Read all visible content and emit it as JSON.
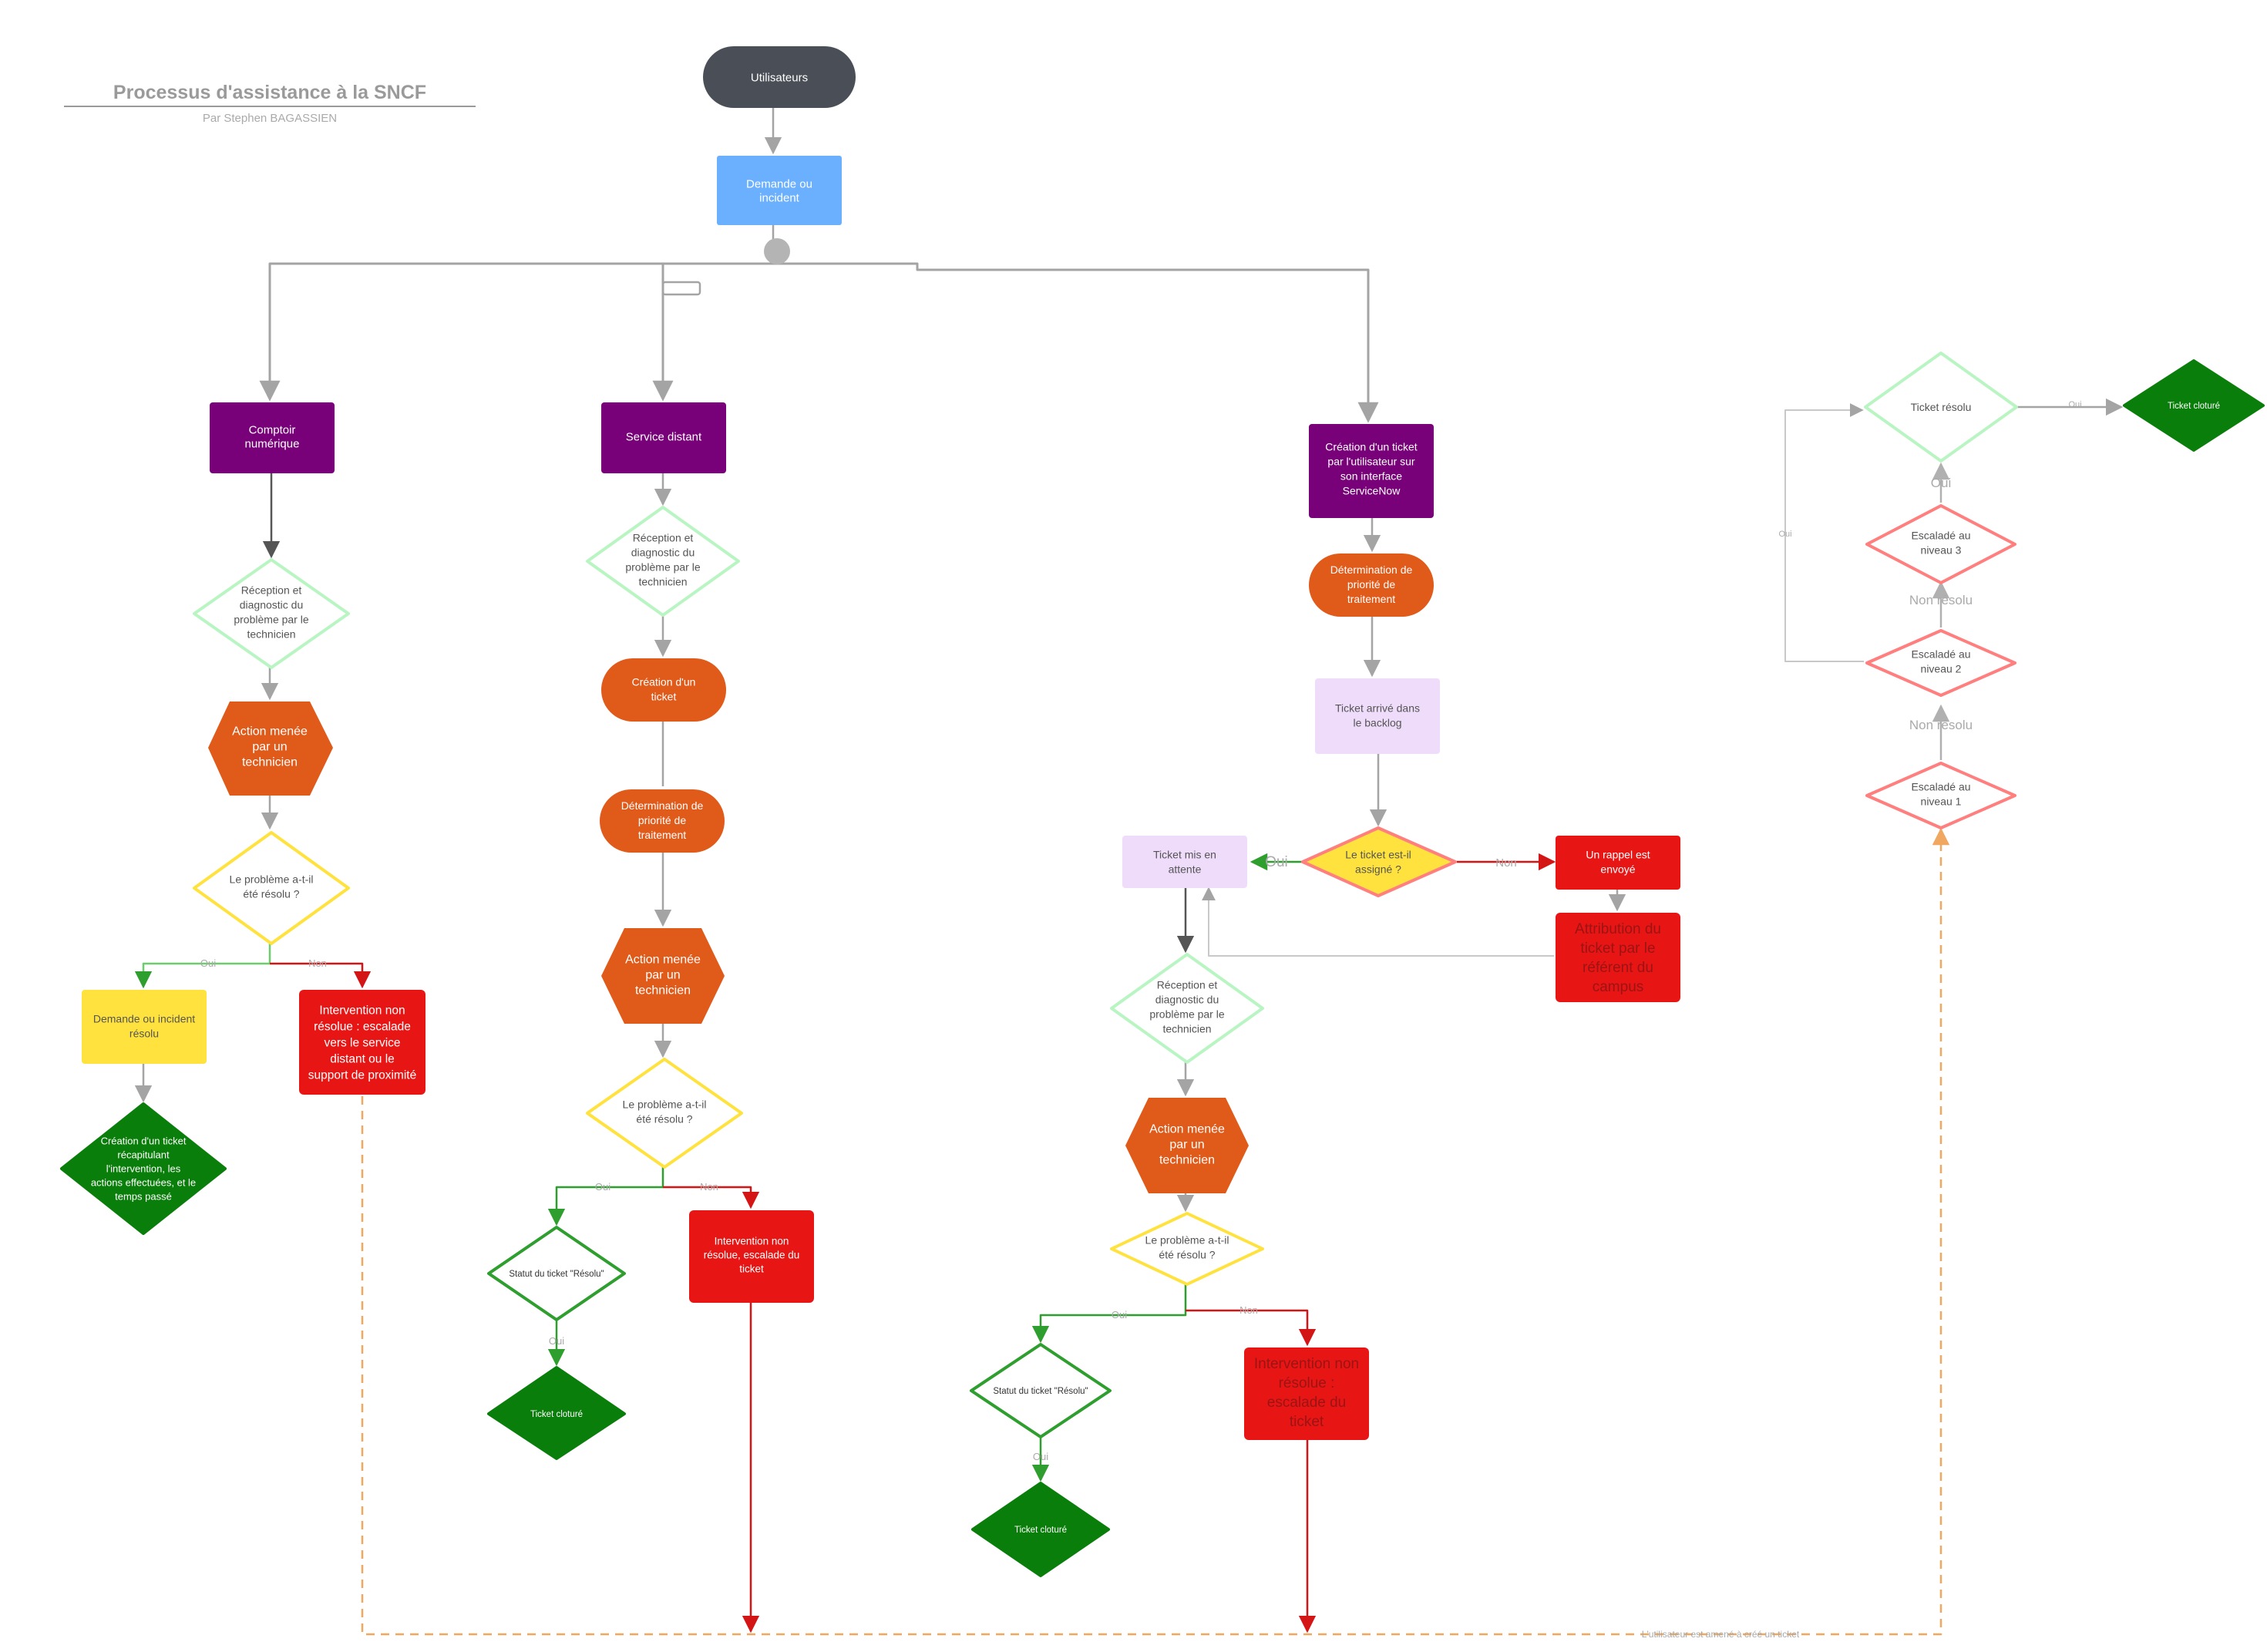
{
  "header": {
    "title": "Processus d'assistance à la SNCF",
    "author": "Par Stephen BAGASSIEN"
  },
  "colors": {
    "purple": "#780078",
    "orange": "#E05A1A",
    "red": "#E81515",
    "darkgreen": "#0A7E0A",
    "yellow": "#FFE23D",
    "blue": "#6BAFFF",
    "lavender": "#EFDCFB",
    "slate": "#4A4E56",
    "salmon": "#FF7F7F",
    "mint": "#B9F5C2"
  },
  "nodes": {
    "utilisateurs": "Utilisateurs",
    "demande": "Demande ou incident",
    "comptoir": "Comptoir numérique",
    "service_distant": "Service distant",
    "creation_servicenow": "Création d'un ticket par l'utilisateur sur son interface ServiceNow",
    "c1_reception": "Réception et diagnostic du problème par le technicien",
    "c1_action": "Action menée par un technicien",
    "c1_resolu_q": "Le problème a-t-il été résolu ?",
    "c1_resolu": "Demande ou incident résolu",
    "c1_non_resolu": "Intervention non résolue : escalade vers le service distant ou le support de proximité",
    "c1_ticket_recap": "Création d'un ticket récapitulant l'intervention, les actions effectuées, et le temps passé",
    "c2_reception": "Réception et diagnostic du problème par le technicien",
    "c2_creation": "Création d'un ticket",
    "c2_priorite": "Détermination de priorité de traitement",
    "c2_action": "Action menée par un technicien",
    "c2_resolu_q": "Le problème a-t-il été résolu ?",
    "c2_statut": "Statut du ticket \"Résolu\"",
    "c2_cloture": "Ticket cloturé",
    "c2_non_resolu": "Intervention non résolue, escalade du ticket",
    "c3_priorite": "Détermination de priorité de traitement",
    "c3_backlog": "Ticket arrivé dans le backlog",
    "c3_assigne_q": "Le ticket est-il assigné ?",
    "c3_attente": "Ticket mis en attente",
    "c3_rappel": "Un rappel est envoyé",
    "c3_attribution": "Attribution du ticket par le référent du campus",
    "c3_reception": "Réception et diagnostic du problème par le technicien",
    "c3_action": "Action menée par un technicien",
    "c3_resolu_q": "Le problème a-t-il été résolu ?",
    "c3_statut": "Statut du ticket \"Résolu\"",
    "c3_cloture": "Ticket cloturé",
    "c3_non_resolu": "Intervention non résolue : escalade du ticket",
    "c4_ticket_resolu": "Ticket résolu",
    "c4_cloture": "Ticket cloturé",
    "c4_niveau3": "Escaladé au niveau 3",
    "c4_niveau2": "Escaladé au niveau 2",
    "c4_niveau1": "Escaladé au niveau 1"
  },
  "edge_labels": {
    "c1_oui": "Oui",
    "c1_non": "Non",
    "c2_oui": "Oui",
    "c2_non": "Non",
    "c2_statut_oui": "Oui",
    "c3_oui": "Oui",
    "c3_non": "Non",
    "c3_resolu_oui": "Oui",
    "c3_resolu_non": "Non",
    "c3_statut_oui": "Oui",
    "c4_oui_cloture": "Oui",
    "c4_oui_up": "Oui",
    "c4_non_resolu_1": "Non résolu",
    "c4_non_resolu_2": "Non résolu",
    "c4_oui_loop": "Oui",
    "bottom": "L'utilisateur est amené à créé un ticket"
  }
}
